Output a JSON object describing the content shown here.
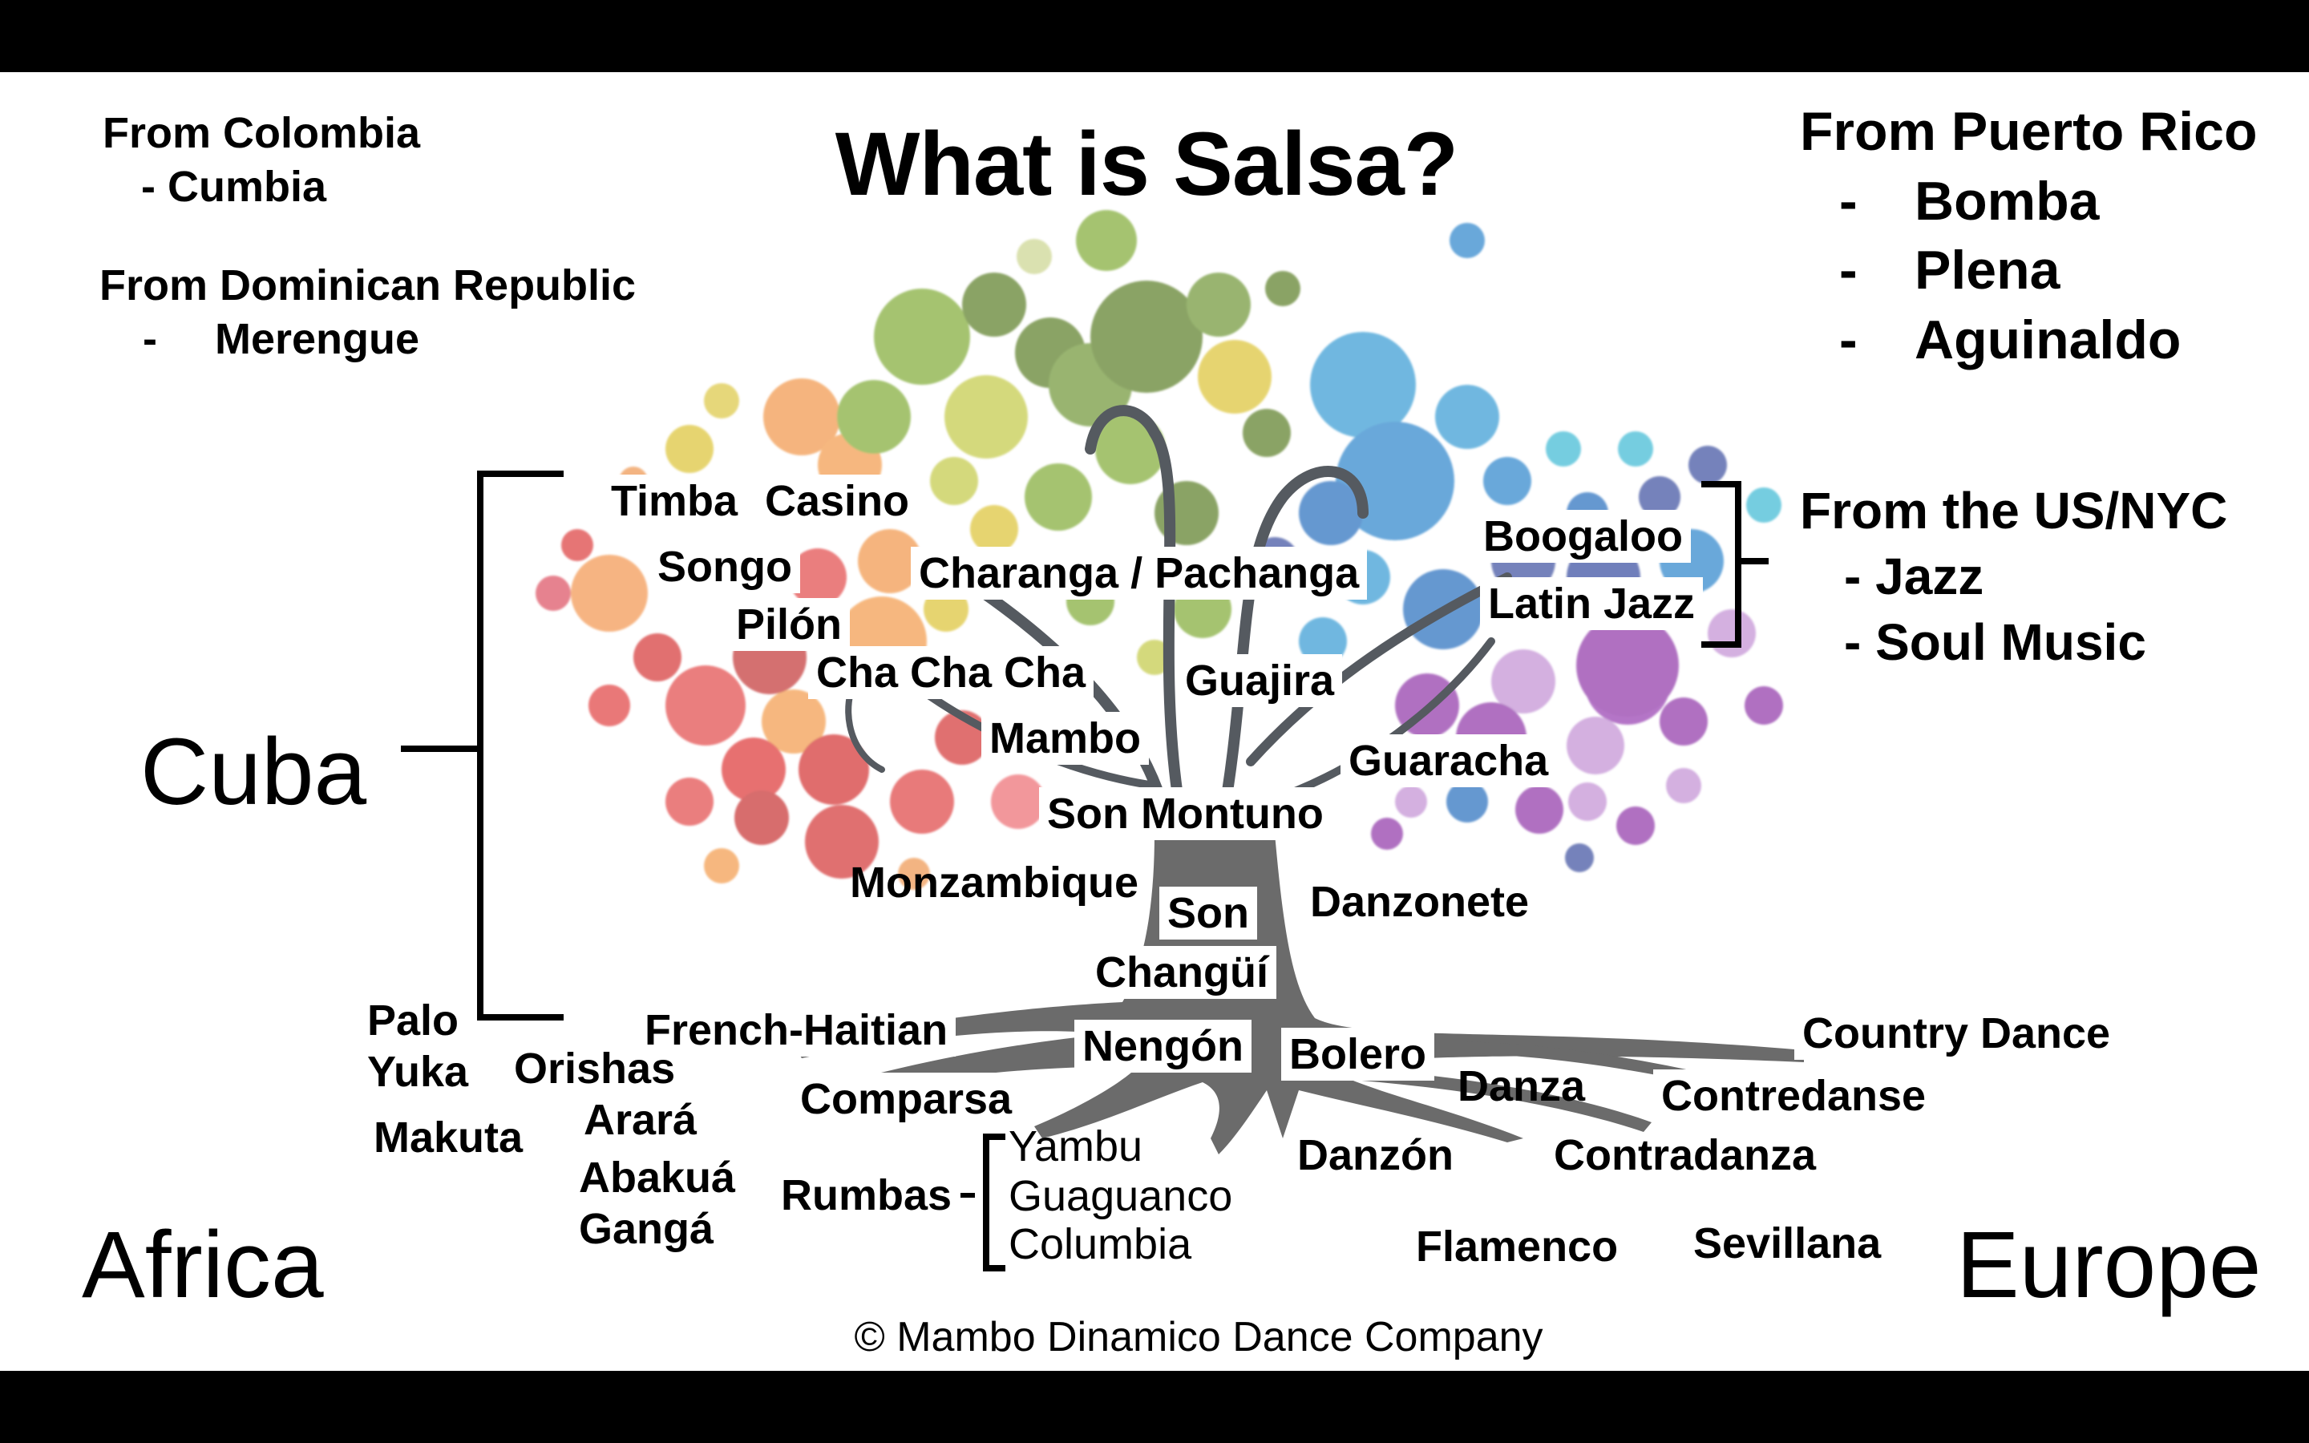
{
  "title": "What is Salsa?",
  "sources": {
    "colombia": {
      "heading": "From Colombia",
      "items": [
        "- Cumbia"
      ]
    },
    "dominican_republic": {
      "heading": "From Dominican Republic",
      "items": [
        {
          "dash": "-",
          "label": "Merengue"
        }
      ]
    },
    "puerto_rico": {
      "heading": "From Puerto Rico",
      "items": [
        {
          "dash": "-",
          "label": "Bomba"
        },
        {
          "dash": "-",
          "label": "Plena"
        },
        {
          "dash": "-",
          "label": "Aguinaldo"
        }
      ]
    },
    "us_nyc": {
      "heading": "From the US/NYC",
      "items": [
        "- Jazz",
        "- Soul Music"
      ]
    }
  },
  "regions": {
    "cuba": "Cuba",
    "africa": "Africa",
    "europe": "Europe"
  },
  "tree": {
    "canopy": [
      "Timba",
      "Casino",
      "Songo",
      "Charanga / Pachanga",
      "Pilón",
      "Cha Cha Cha",
      "Guajira",
      "Mambo",
      "Guaracha",
      "Son Montuno",
      "Boogaloo",
      "Latin Jazz"
    ],
    "trunk": [
      "Monzambique",
      "Son",
      "Danzonete",
      "Changüí",
      "Nengón"
    ],
    "african_roots": [
      "Palo",
      "Yuka",
      "Orishas",
      "Makuta",
      "Arará",
      "Abakuá",
      "Gangá",
      "French-Haitian",
      "Comparsa",
      "Rumbas"
    ],
    "rumbas": [
      "Yambu",
      "Guaguanco",
      "Columbia"
    ],
    "european_roots": [
      "Bolero",
      "Danza",
      "Danzón",
      "Country Dance",
      "Contredanse",
      "Contradanza",
      "Flamenco",
      "Sevillana"
    ]
  },
  "labels": {
    "timba": "Timba",
    "casino": "Casino",
    "songo": "Songo",
    "charanga": "Charanga / Pachanga",
    "pilon": "Pilón",
    "chachacha": "Cha Cha Cha",
    "guajira": "Guajira",
    "mambo": "Mambo",
    "guaracha": "Guaracha",
    "son_montuno": "Son Montuno",
    "boogaloo": "Boogaloo",
    "latin_jazz": "Latin Jazz",
    "monzambique": "Monzambique",
    "son": "Son",
    "danzonete": "Danzonete",
    "changui": "Changüí",
    "nengon": "Nengón",
    "palo": "Palo",
    "yuka": "Yuka",
    "orishas": "Orishas",
    "makuta": "Makuta",
    "arara": "Arará",
    "abakua": "Abakuá",
    "ganga": "Gangá",
    "french_haitian": "French-Haitian",
    "comparsa": "Comparsa",
    "rumbas": "Rumbas",
    "yambu": "Yambu",
    "guaguanco": "Guaguanco",
    "columbia": "Columbia",
    "bolero": "Bolero",
    "danza": "Danza",
    "danzon": "Danzón",
    "country_dance": "Country Dance",
    "contredanse": "Contredanse",
    "contradanza": "Contradanza",
    "flamenco": "Flamenco",
    "sevillana": "Sevillana"
  },
  "copyright": "© Mambo Dinamico Dance Company",
  "colors": {
    "bar": "#000000",
    "trunk": "#6b6b6b",
    "text": "#000000",
    "background": "#ffffff"
  }
}
